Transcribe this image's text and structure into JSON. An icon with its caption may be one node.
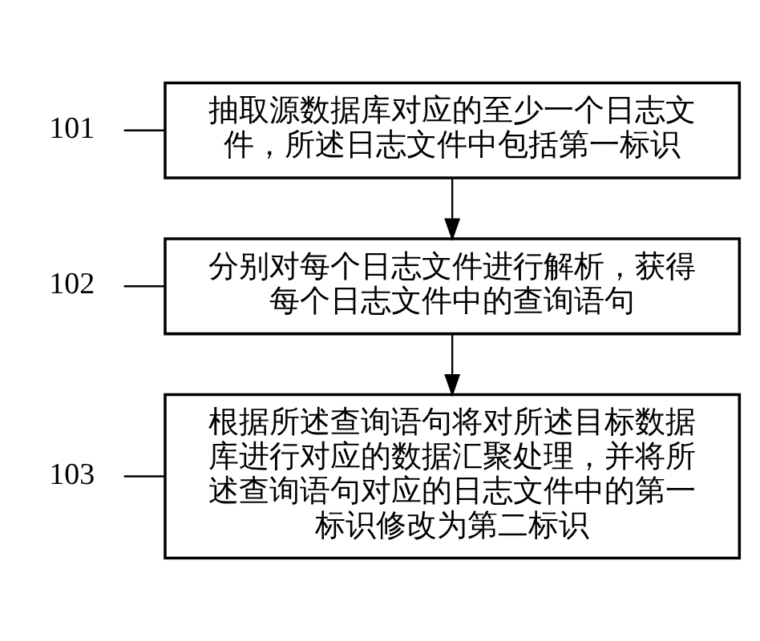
{
  "diagram": {
    "nodes": [
      {
        "text": [
          "抽取源数据库对应的至少一个日志文件，所述日志文件中包括第一标识"
        ]
      },
      {
        "text": [
          "分别对每个日志文件进行解析，获得每个日志文件中的查询语句"
        ]
      },
      {
        "text": [
          "根据所述查询语句将对所述目标数据库进行对应的数据汇聚处理，并将所述查询语句对应的日志文件中的第一标识修改为第二标识"
        ]
      },
      {
        "text": [
          "101"
        ]
      },
      {
        "text": [
          "102"
        ]
      },
      {
        "text": [
          "103"
        ]
      }
    ],
    "edges": [
      {
        "from": 0,
        "to": 1,
        "arrow": "to"
      },
      {
        "from": 1,
        "to": 2,
        "arrow": "to"
      },
      {
        "from": 3,
        "to": 0,
        "arrow": "none"
      },
      {
        "from": 4,
        "to": 1,
        "arrow": "none"
      },
      {
        "from": 5,
        "to": 2,
        "arrow": "none"
      }
    ]
  }
}
